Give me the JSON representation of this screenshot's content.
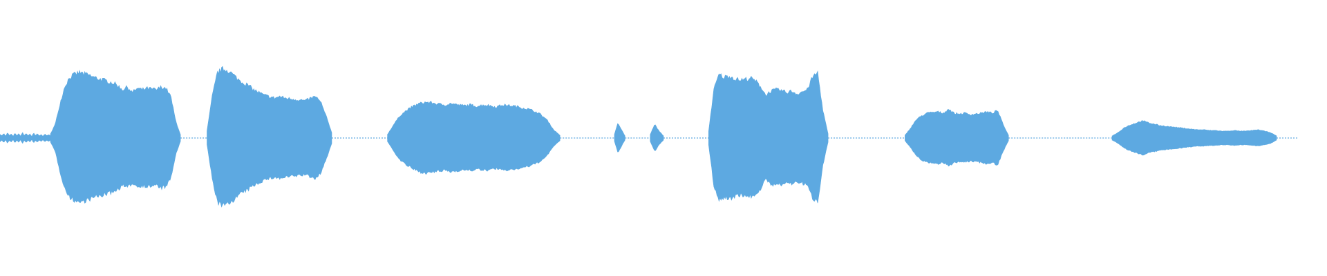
{
  "waveform": {
    "color": "#5DA9E1",
    "segments": [
      {
        "envelope": [
          0.055,
          0.03,
          0.07,
          0.02,
          0.08,
          0.035,
          0.06,
          0.02,
          0.075,
          0.03,
          0.065,
          0.025,
          0.085,
          0.03,
          0.07,
          0.03,
          0.06,
          0.02,
          0.075,
          0.03,
          0.065,
          0.03,
          0.05,
          0.025,
          0.06,
          0.03,
          0.05,
          0.03
        ],
        "start": 0.0,
        "end": 0.038
      },
      {
        "envelope": [
          0.06,
          0.2,
          0.5,
          0.75,
          0.88,
          0.92,
          0.95,
          0.93,
          0.91,
          0.88,
          0.86,
          0.84,
          0.82,
          0.8,
          0.76,
          0.7,
          0.74,
          0.66,
          0.72,
          0.7,
          0.72,
          0.71,
          0.7,
          0.74,
          0.72,
          0.6,
          0.25,
          0.05
        ],
        "start": 0.038,
        "end": 0.136
      },
      {
        "envelope": [
          0.1,
          0.6,
          0.95,
          1.0,
          0.98,
          0.92,
          0.85,
          0.8,
          0.76,
          0.7,
          0.66,
          0.62,
          0.6,
          0.58,
          0.6,
          0.58,
          0.57,
          0.56,
          0.55,
          0.54,
          0.58,
          0.6,
          0.5,
          0.3,
          0.08
        ],
        "start": 0.156,
        "end": 0.25
      },
      {
        "envelope": [
          0.05,
          0.2,
          0.33,
          0.4,
          0.46,
          0.5,
          0.52,
          0.51,
          0.49,
          0.48,
          0.5,
          0.48,
          0.47,
          0.48,
          0.46,
          0.48,
          0.47,
          0.45,
          0.48,
          0.47,
          0.46,
          0.44,
          0.42,
          0.39,
          0.34,
          0.26,
          0.12,
          0.04
        ],
        "start": 0.292,
        "end": 0.422
      },
      {
        "envelope": [
          0.05,
          0.22,
          0.12,
          0.03
        ],
        "start": 0.463,
        "end": 0.471
      },
      {
        "envelope": [
          0.05,
          0.2,
          0.1,
          0.03
        ],
        "start": 0.49,
        "end": 0.5
      },
      {
        "envelope": [
          0.1,
          0.7,
          0.92,
          0.88,
          0.9,
          0.86,
          0.84,
          0.85,
          0.87,
          0.83,
          0.75,
          0.62,
          0.68,
          0.7,
          0.69,
          0.66,
          0.68,
          0.64,
          0.67,
          0.7,
          0.88,
          0.95,
          0.4,
          0.06
        ],
        "start": 0.534,
        "end": 0.624
      },
      {
        "envelope": [
          0.04,
          0.14,
          0.26,
          0.32,
          0.36,
          0.37,
          0.38,
          0.36,
          0.42,
          0.36,
          0.35,
          0.36,
          0.34,
          0.35,
          0.36,
          0.38,
          0.36,
          0.4,
          0.2,
          0.04
        ],
        "start": 0.682,
        "end": 0.76
      },
      {
        "envelope": [
          0.03,
          0.08,
          0.15,
          0.19,
          0.22,
          0.25,
          0.22,
          0.2,
          0.18,
          0.17,
          0.16,
          0.15,
          0.14,
          0.13,
          0.12,
          0.12,
          0.11,
          0.11,
          0.1,
          0.1,
          0.11,
          0.1,
          0.1,
          0.11,
          0.12,
          0.1,
          0.08,
          0.03
        ],
        "start": 0.838,
        "end": 0.962
      }
    ],
    "silence_gaps": [
      {
        "start": 0.136,
        "end": 0.156
      },
      {
        "start": 0.25,
        "end": 0.292
      },
      {
        "start": 0.422,
        "end": 0.463
      },
      {
        "start": 0.471,
        "end": 0.49
      },
      {
        "start": 0.5,
        "end": 0.534
      },
      {
        "start": 0.624,
        "end": 0.682
      },
      {
        "start": 0.76,
        "end": 0.838
      },
      {
        "start": 0.962,
        "end": 0.978
      }
    ]
  }
}
